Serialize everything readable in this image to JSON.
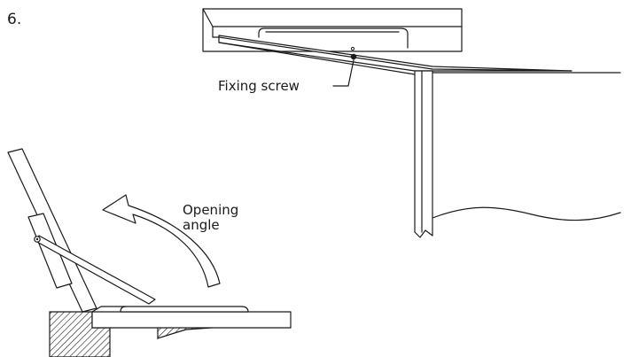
{
  "step_number": "6.",
  "labels": {
    "fixing_screw": "Fixing screw",
    "opening_angle_line1": "Opening",
    "opening_angle_line2": "angle"
  }
}
